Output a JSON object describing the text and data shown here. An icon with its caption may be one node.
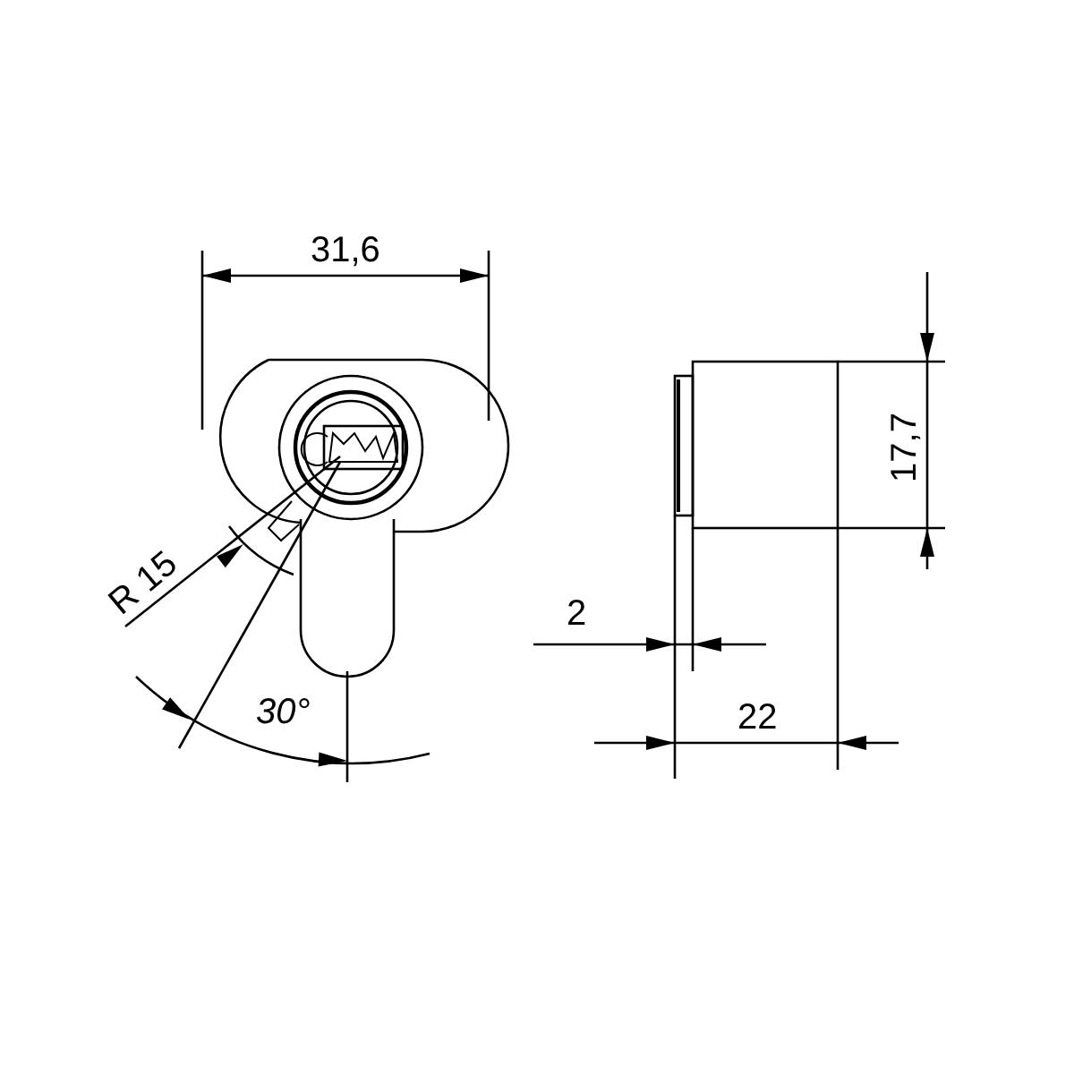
{
  "diagram": {
    "labels": [
      "31,6",
      "17,7",
      "R 15",
      "2",
      "30°",
      "22"
    ]
  }
}
